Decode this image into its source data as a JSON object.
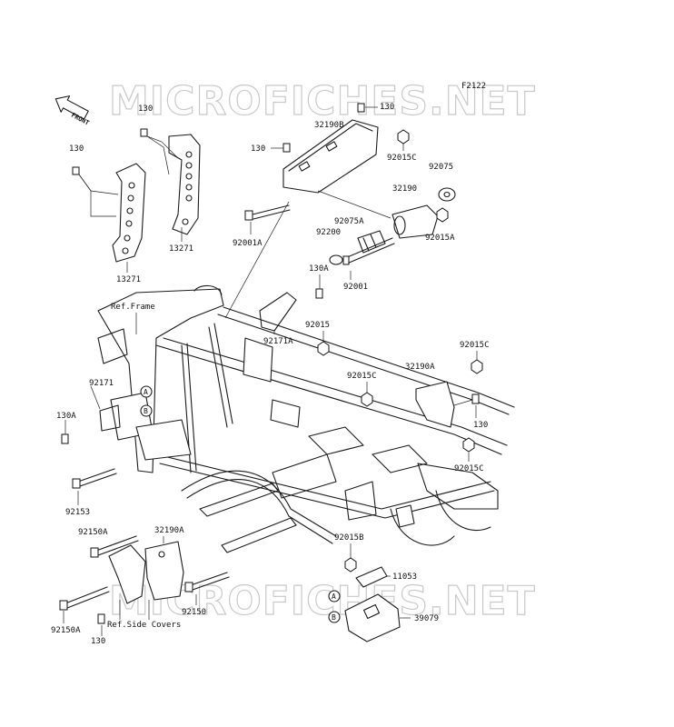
{
  "diagram": {
    "code": "F2122",
    "watermark": "MICROFICHES.NET",
    "front_arrow": "FRONT",
    "refs": {
      "frame": "Ref.Frame",
      "side_covers": "Ref.Side Covers"
    },
    "markers": [
      "A",
      "B"
    ],
    "labels": {
      "p130_top": "130",
      "p130_upper_left": "130",
      "p130_left": "130",
      "p130_mid": "130",
      "p130_right": "130",
      "p130_bottom": "130",
      "p13271_right": "13271",
      "p13271_left": "13271",
      "p32190B": "32190B",
      "p92015C_1": "92015C",
      "p92075": "92075",
      "p32190": "32190",
      "p92075A": "92075A",
      "p92015A": "92015A",
      "p92200": "92200",
      "p92001A": "92001A",
      "p130A_top": "130A",
      "p92001": "92001",
      "p92171A": "92171A",
      "p92015": "92015",
      "p92015C_2": "92015C",
      "p92015C_3": "92015C",
      "p32190A_right": "32190A",
      "p92015C_4": "92015C",
      "p92171": "92171",
      "p130A_left": "130A",
      "p92153": "92153",
      "p92150A_1": "92150A",
      "p32190A_left": "32190A",
      "p92150": "92150",
      "p92150A_2": "92150A",
      "p92015B": "92015B",
      "p11053": "11053",
      "p39079": "39079"
    }
  }
}
